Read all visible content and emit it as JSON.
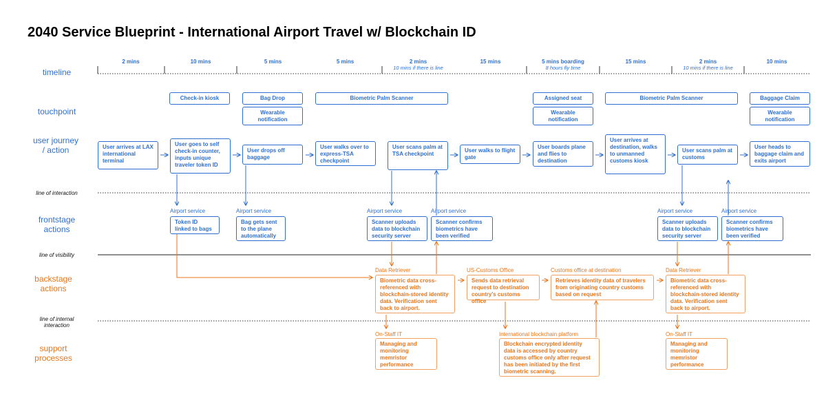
{
  "title": "2040 Service Blueprint - International Airport Travel w/ Blockchain ID",
  "row_labels": {
    "timeline": "timeline",
    "touchpoint": "touchpoint",
    "user_journey": "user journey\n/ action",
    "line_of_interaction": "line of interaction",
    "frontstage": "frontstage\nactions",
    "line_of_visibility": "line of visibility",
    "backstage": "backstage\nactions",
    "line_of_internal": "line of internal\ninteraction",
    "support": "support\nprocesses"
  },
  "timeline": [
    {
      "time": "2 mins",
      "sub": ""
    },
    {
      "time": "10 mins",
      "sub": ""
    },
    {
      "time": "5 mins",
      "sub": ""
    },
    {
      "time": "5 mins",
      "sub": ""
    },
    {
      "time": "2 mins",
      "sub": "10 mins if there is line"
    },
    {
      "time": "15 mins",
      "sub": ""
    },
    {
      "time": "5 mins boarding",
      "sub": "8 hours fly time"
    },
    {
      "time": "15 mins",
      "sub": ""
    },
    {
      "time": "2 mins",
      "sub": "10 mins if there is line"
    },
    {
      "time": "10 mins",
      "sub": ""
    }
  ],
  "touchpoints": [
    "Check-in kiosk",
    "Bag Drop",
    "Wearable notification",
    "Biometric Palm Scanner",
    "Assigned seat",
    "Wearable notification",
    "Biometric Palm Scanner",
    "Baggage Claim",
    "Wearable notification"
  ],
  "user_actions": [
    "User arrives at LAX international terminal",
    "User goes to self check-in counter, inputs unique traveler token ID",
    "User drops off baggage",
    "User walks over to express-TSA checkpoint",
    "User scans palm at TSA checkpoint",
    "User walks to flight gate",
    "User boards plane and flies to destination",
    "User arrives at destination, walks to unmanned customs kiosk",
    "User scans palm at customs",
    "User heads to baggage claim and exits airport"
  ],
  "frontstage": [
    {
      "header": "Airport service",
      "text": "Token ID linked to bags"
    },
    {
      "header": "Airport service",
      "text": "Bag gets sent to the plane automatically"
    },
    {
      "header": "Airport service",
      "text": "Scanner uploads data to blockchain security server"
    },
    {
      "header": "Airport service",
      "text": "Scanner confirms biometrics have been verified"
    },
    {
      "header": "Airport service",
      "text": "Scanner uploads data to blockchain security server"
    },
    {
      "header": "Airport service",
      "text": "Scanner confirms biometrics have been verified"
    }
  ],
  "backstage": [
    {
      "header": "Data Retriever",
      "text": "Biometric data cross-referenced with blockchain-stored identity data. Verification sent back to airport."
    },
    {
      "header": "US-Customs Office",
      "text": "Sends data retrieval request to destination country's customs office"
    },
    {
      "header": "Customs office at destination",
      "text": "Retrieves identity data of travelers from originating country customs based on request"
    },
    {
      "header": "Data Retriever",
      "text": "Biometric data cross-referenced with blockchain-stored identity data. Verification sent back to airport."
    }
  ],
  "support": [
    {
      "header": "On-Staff IT",
      "text": "Managing and monitoring memristor performance"
    },
    {
      "header": "International blockchain platform",
      "text": "Blockchain encrypted identity data is accessed by country customs office only after request has been initiated by the first biometric scanning."
    },
    {
      "header": "On-Staff IT",
      "text": "Managing and monitoring memristor performance"
    }
  ],
  "colors": {
    "blue": "#2f6fd0",
    "orange": "#e8761e",
    "orange_border": "#f0a060"
  }
}
